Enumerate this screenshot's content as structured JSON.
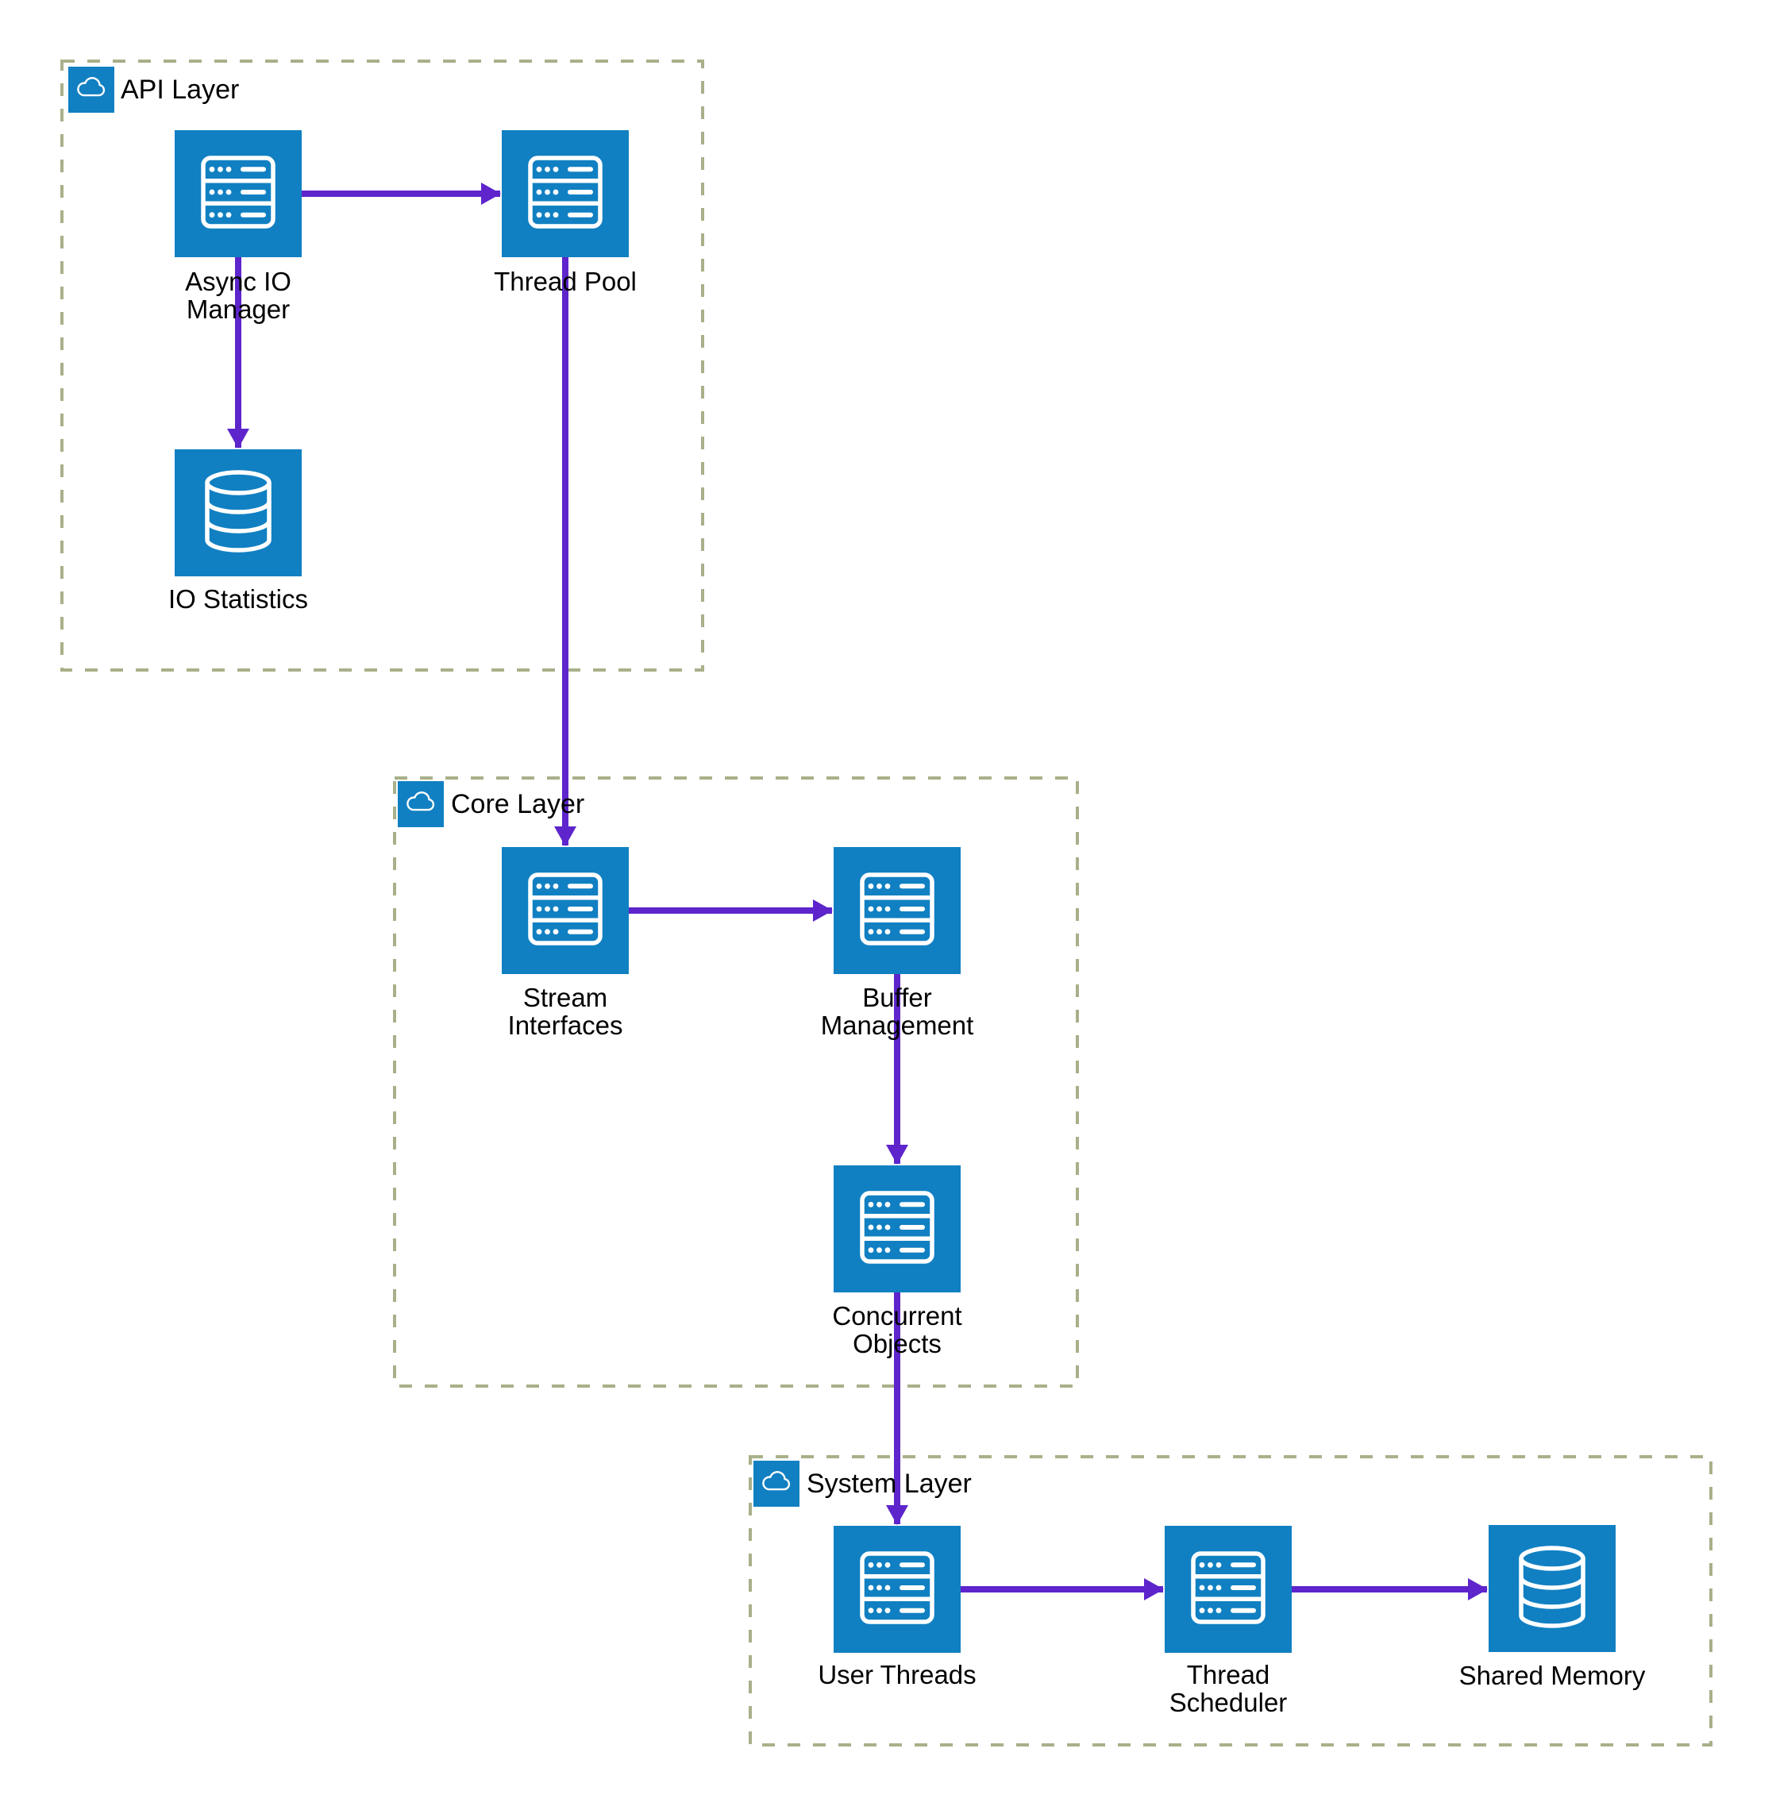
{
  "diagram": {
    "groups": [
      {
        "id": "api-layer",
        "label": "API Layer"
      },
      {
        "id": "core-layer",
        "label": "Core Layer"
      },
      {
        "id": "system-layer",
        "label": "System Layer"
      }
    ],
    "nodes": [
      {
        "id": "async-io-manager",
        "label": "Async IO\nManager",
        "icon": "server",
        "group": "api-layer"
      },
      {
        "id": "thread-pool",
        "label": "Thread Pool",
        "icon": "server",
        "group": "api-layer"
      },
      {
        "id": "io-statistics",
        "label": "IO Statistics",
        "icon": "database",
        "group": "api-layer"
      },
      {
        "id": "stream-interfaces",
        "label": "Stream\nInterfaces",
        "icon": "server",
        "group": "core-layer"
      },
      {
        "id": "buffer-management",
        "label": "Buffer\nManagement",
        "icon": "server",
        "group": "core-layer"
      },
      {
        "id": "concurrent-objects",
        "label": "Concurrent\nObjects",
        "icon": "server",
        "group": "core-layer"
      },
      {
        "id": "user-threads",
        "label": "User Threads",
        "icon": "server",
        "group": "system-layer"
      },
      {
        "id": "thread-scheduler",
        "label": "Thread\nScheduler",
        "icon": "server",
        "group": "system-layer"
      },
      {
        "id": "shared-memory",
        "label": "Shared Memory",
        "icon": "database",
        "group": "system-layer"
      }
    ],
    "edges": [
      {
        "from": "async-io-manager",
        "to": "thread-pool"
      },
      {
        "from": "async-io-manager",
        "to": "io-statistics"
      },
      {
        "from": "thread-pool",
        "to": "stream-interfaces"
      },
      {
        "from": "stream-interfaces",
        "to": "buffer-management"
      },
      {
        "from": "buffer-management",
        "to": "concurrent-objects"
      },
      {
        "from": "concurrent-objects",
        "to": "user-threads"
      },
      {
        "from": "user-threads",
        "to": "thread-scheduler"
      },
      {
        "from": "thread-scheduler",
        "to": "shared-memory"
      }
    ],
    "colors": {
      "node_fill": "#1180c2",
      "arrow": "#5d25cb",
      "group_border": "#a8b089",
      "icon_stroke": "#ffffff",
      "text": "#000000",
      "background": "#ffffff"
    }
  }
}
